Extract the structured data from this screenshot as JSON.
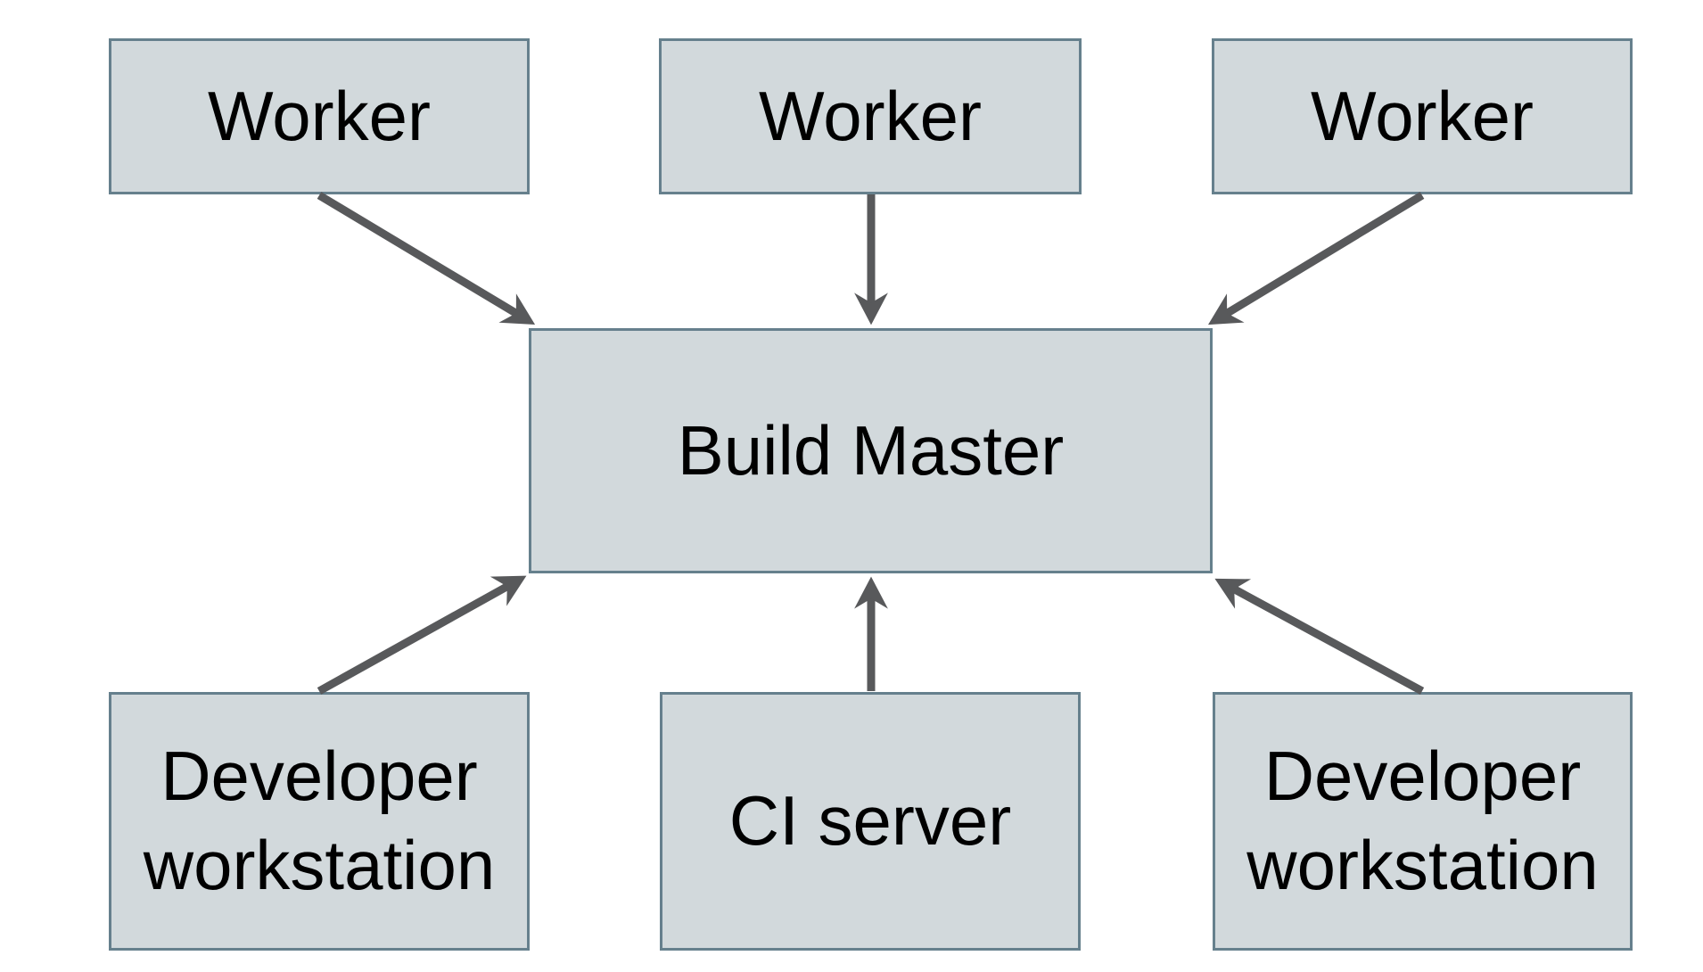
{
  "diagram": {
    "nodes": {
      "worker_left": {
        "label": "Worker"
      },
      "worker_center": {
        "label": "Worker"
      },
      "worker_right": {
        "label": "Worker"
      },
      "build_master": {
        "label": "Build Master"
      },
      "dev_workstation_left": {
        "label": "Developer workstation"
      },
      "ci_server": {
        "label": "CI server"
      },
      "dev_workstation_right": {
        "label": "Developer workstation"
      }
    },
    "edges": [
      {
        "from": "worker_left",
        "to": "build_master"
      },
      {
        "from": "worker_center",
        "to": "build_master"
      },
      {
        "from": "worker_right",
        "to": "build_master"
      },
      {
        "from": "dev_workstation_left",
        "to": "build_master"
      },
      {
        "from": "ci_server",
        "to": "build_master"
      },
      {
        "from": "dev_workstation_right",
        "to": "build_master"
      }
    ],
    "colors": {
      "background": "#ffffff",
      "node_fill": "#d2d9dc",
      "node_border": "#66808d",
      "arrow": "#58595b",
      "label_text": "#000000"
    }
  }
}
